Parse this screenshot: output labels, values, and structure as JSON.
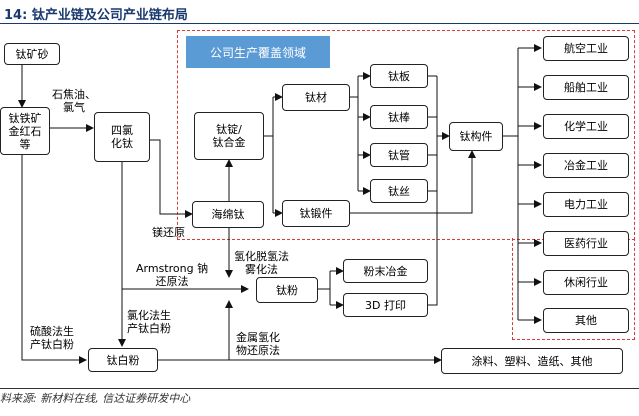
{
  "title": "14:  钛产业链及公司产业链布局",
  "coverage_label": "公司生产覆盖领域",
  "nodes": {
    "ore": "钛矿砂",
    "ilmenite": "钛铁矿\n金红石\n等",
    "ticl4": "四氯\n化钛",
    "sponge": "海绵钛",
    "ingot": "钛锭/\n钛合金",
    "material": "钛材",
    "forging": "钛锻件",
    "plate": "钛板",
    "bar": "钛棒",
    "tube": "钛管",
    "wire": "钛丝",
    "component": "钛构件",
    "powder": "钛粉",
    "powder_metallurgy": "粉末冶金",
    "printing_3d": "3D 打印",
    "tio2": "钛白粉",
    "coatings": "涂料、塑料、造纸、其他"
  },
  "applications": [
    "航空工业",
    "船舶工业",
    "化学工业",
    "冶金工业",
    "电力工业",
    "医药行业",
    "休闲行业",
    "其他"
  ],
  "edge_labels": {
    "coke_chlorine": "石焦油、\n氯气",
    "mg_reduction": "镁还原",
    "armstrong": "Armstrong 钠\n还原法",
    "hydride": "氢化脱氢法\n雾化法",
    "chloride_tio2": "氯化法生\n产钛白粉",
    "sulfate_tio2": "硫酸法生\n产钛白粉",
    "metal_hydride": "金属氢化\n物还原法"
  },
  "source": "料来源: 新材料在线, 信达证券研发中心"
}
